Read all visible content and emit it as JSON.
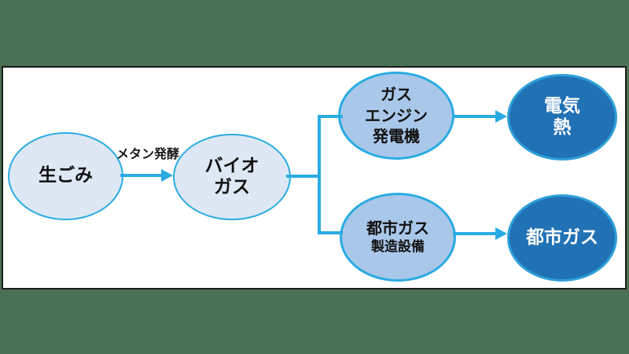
{
  "colors": {
    "page_background": "#4b7154",
    "panel_background": "#ffffff",
    "panel_border": "#1c1c1c",
    "accent_arrow": "#29abe2",
    "node_light_fill": "#dde8f4",
    "node_mid_fill": "#a9c7e9",
    "node_dark_fill": "#2171b5",
    "node_dark_border": "#2d9fd9",
    "text_dark": "#111111",
    "text_light": "#ffffff"
  },
  "diagram": {
    "nodes": {
      "food_waste": {
        "label": "生ごみ"
      },
      "biogas": {
        "lines": [
          "バイオ",
          "ガス"
        ]
      },
      "gas_engine_generator": {
        "lines": [
          "ガス",
          "エンジン",
          "発電機"
        ]
      },
      "city_gas_plant": {
        "lines": [
          "都市ガス",
          "製造設備"
        ]
      },
      "electricity_heat": {
        "lines": [
          "電気",
          "熱"
        ]
      },
      "city_gas_output": {
        "label": "都市ガス"
      }
    },
    "edge_labels": {
      "methane_fermentation": "メタン発酵"
    }
  }
}
